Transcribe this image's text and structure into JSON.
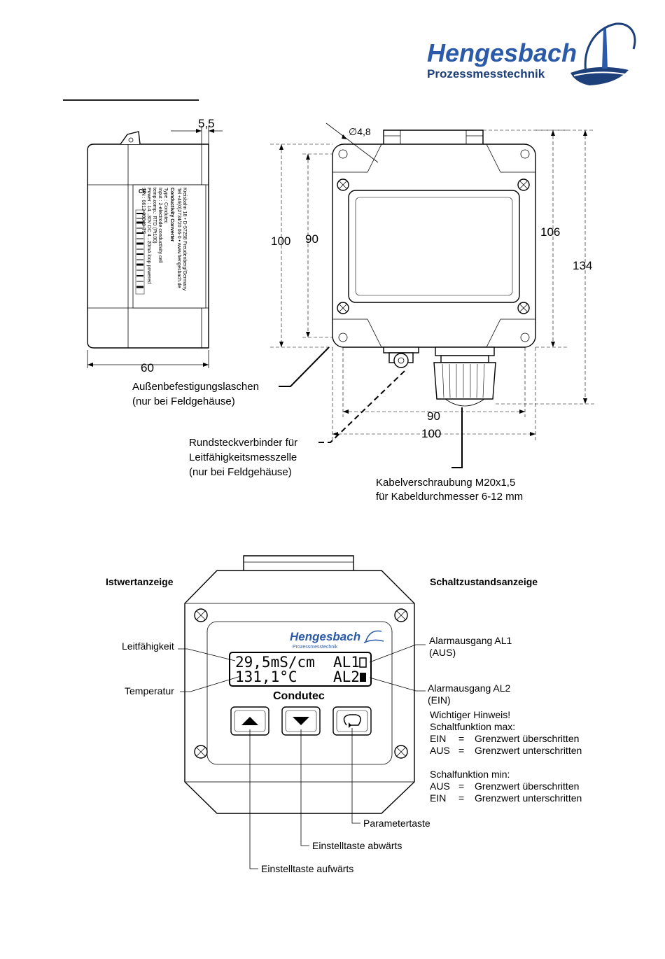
{
  "logo": {
    "name": "Hengesbach",
    "tagline": "Prozessmesstechnik"
  },
  "top_drawing": {
    "dims": {
      "d55": "5,5",
      "d48": "∅4,8",
      "d100v": "100",
      "d90v": "90",
      "d106": "106",
      "d134": "134",
      "d60": "60",
      "d90h": "90",
      "d100h": "100"
    },
    "labels": {
      "laschen_1": "Außenbefestigungslaschen",
      "laschen_2": "(nur bei Feldgehäuse)",
      "stecker_1": "Rundsteckverbinder für",
      "stecker_2": "Leitfähigkeitsmesszelle",
      "stecker_3": "(nur bei Feldgehäuse)",
      "kabel_1": "Kabelverschraubung M20x1,5",
      "kabel_2": "für Kabeldurchmesser 6-12 mm"
    },
    "type_label": {
      "line1": "Kreisbahn 18 • D-57258 Freudenberg/Germany",
      "line2": "Tel +49(0)2734/20 06-0 • www.hengesbach.de",
      "line3": "Conductivity Converter",
      "line4": "Type   : Condutec",
      "line5": "Input  : 2-electrode conductivity cell",
      "line6": "         temp.comp.: RTD (Pt100)",
      "line7": "Power  : 14...30V DC 4...20mA loop powered",
      "line8": "S/N    : 0613-00049-TS"
    }
  },
  "bottom_drawing": {
    "istwert": "Istwertanzeige",
    "schaltzustand": "Schaltzustandsanzeige",
    "leitfaehigkeit": "Leitfähigkeit",
    "temperatur": "Temperatur",
    "lcd_line1": "29,5mS/cm",
    "lcd_line2": "131,1°C",
    "al1_text": "AL1",
    "al2_text": "AL2",
    "al1_label_1": "Alarmausgang AL1",
    "al1_label_2": "(AUS)",
    "al2_label_1": "Alarmausgang AL2",
    "al2_label_2": "(EIN)",
    "brand": "Hengesbach",
    "brand_sub": "Prozessmesstechnik",
    "model": "Condutec",
    "note": {
      "title": "Wichtiger Hinweis!",
      "max_title": "Schaltfunktion max:",
      "max_ein_k": "EIN",
      "max_ein_eq": "=",
      "max_ein_v": "Grenzwert überschritten",
      "max_aus_k": "AUS",
      "max_aus_eq": "=",
      "max_aus_v": "Grenzwert unterschritten",
      "min_title": "Schalfunktion min:",
      "min_aus_k": "AUS",
      "min_aus_eq": "=",
      "min_aus_v": "Grenzwert überschritten",
      "min_ein_k": "EIN",
      "min_ein_eq": "=",
      "min_ein_v": "Grenzwert unterschritten"
    },
    "parametertaste": "Parametertaste",
    "taste_ab": "Einstelltaste abwärts",
    "taste_auf": "Einstelltaste aufwärts"
  },
  "colors": {
    "brand_blue": "#2a5aa8",
    "line": "#000000"
  }
}
